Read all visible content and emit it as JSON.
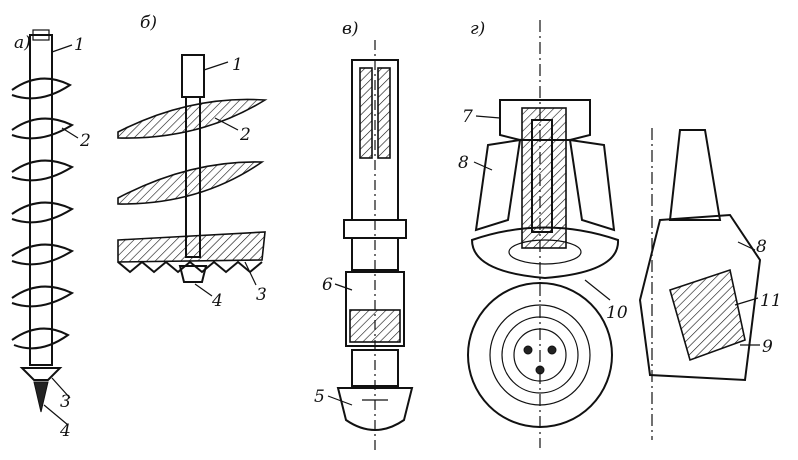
{
  "panels": {
    "a": {
      "letter": "а)",
      "labels": [
        "1",
        "2",
        "3",
        "4"
      ]
    },
    "b": {
      "letter": "б)",
      "labels": [
        "1",
        "2",
        "3",
        "4"
      ]
    },
    "v": {
      "letter": "в)",
      "labels": [
        "6",
        "5"
      ]
    },
    "g": {
      "letter": "г)",
      "labels": [
        "7",
        "8",
        "10",
        "8",
        "11",
        "9"
      ]
    }
  }
}
